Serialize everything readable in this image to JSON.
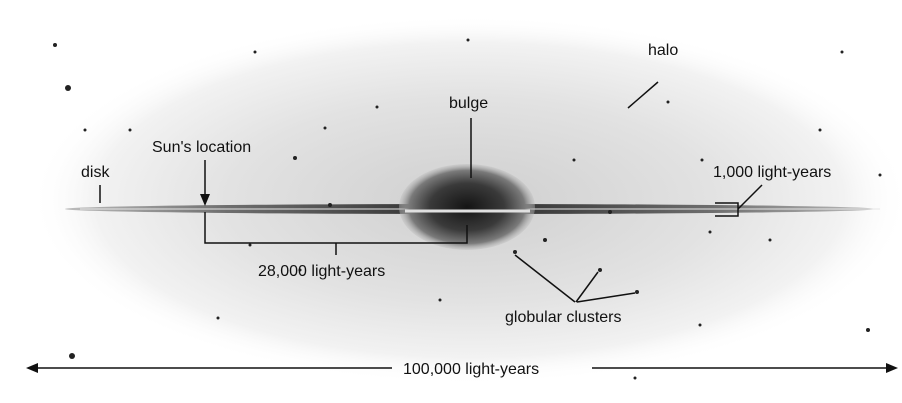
{
  "labels": {
    "halo": "halo",
    "bulge": "bulge",
    "sun_location": "Sun's location",
    "disk": "disk",
    "disk_thickness": "1,000 light-years",
    "sun_distance": "28,000 light-years",
    "globular_clusters": "globular clusters",
    "diameter": "100,000 light-years"
  },
  "colors": {
    "background": "#ffffff",
    "halo": "#d9d9d9",
    "bulge_core": "#1e1e1e",
    "disk": "#5a5a5a",
    "lines": "#111111"
  }
}
